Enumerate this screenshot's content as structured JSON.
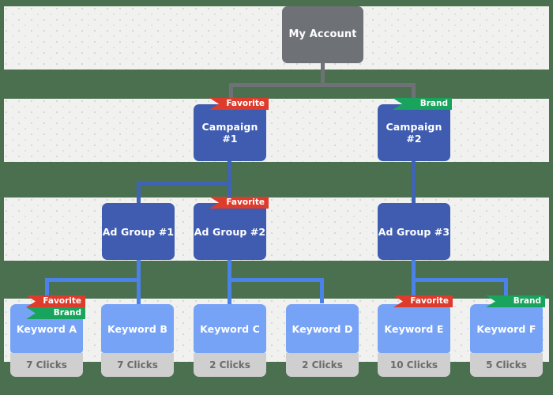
{
  "theme": {
    "background_color": "#4a7050",
    "band_color": "#f1f2f0",
    "account_color": "#6e7175",
    "campaign_color": "#3f5cb0",
    "keyword_color": "#77a3f7",
    "metric_color": "#cfcfcf",
    "favorite_color": "#dd3b2c",
    "brand_color": "#18a45c",
    "connector_gray": "#6e7175",
    "connector_dark_blue": "#3f63b5",
    "connector_light_blue": "#4a82e8"
  },
  "labels": {
    "favorite": "Favorite",
    "brand": "Brand"
  },
  "account": {
    "label": "My Account"
  },
  "campaigns": [
    {
      "label": "Campaign #1",
      "ribbons": [
        "favorite"
      ]
    },
    {
      "label": "Campaign #2",
      "ribbons": [
        "brand"
      ]
    }
  ],
  "ad_groups": [
    {
      "label": "Ad Group #1",
      "ribbons": []
    },
    {
      "label": "Ad Group #2",
      "ribbons": [
        "favorite"
      ]
    },
    {
      "label": "Ad Group #3",
      "ribbons": []
    }
  ],
  "keywords": [
    {
      "label": "Keyword A",
      "clicks": "7 Clicks",
      "ribbons": [
        "favorite",
        "brand"
      ]
    },
    {
      "label": "Keyword B",
      "clicks": "7 Clicks",
      "ribbons": []
    },
    {
      "label": "Keyword C",
      "clicks": "2 Clicks",
      "ribbons": []
    },
    {
      "label": "Keyword D",
      "clicks": "2 Clicks",
      "ribbons": []
    },
    {
      "label": "Keyword E",
      "clicks": "10 Clicks",
      "ribbons": [
        "favorite"
      ]
    },
    {
      "label": "Keyword F",
      "clicks": "5 Clicks",
      "ribbons": [
        "brand"
      ]
    }
  ]
}
